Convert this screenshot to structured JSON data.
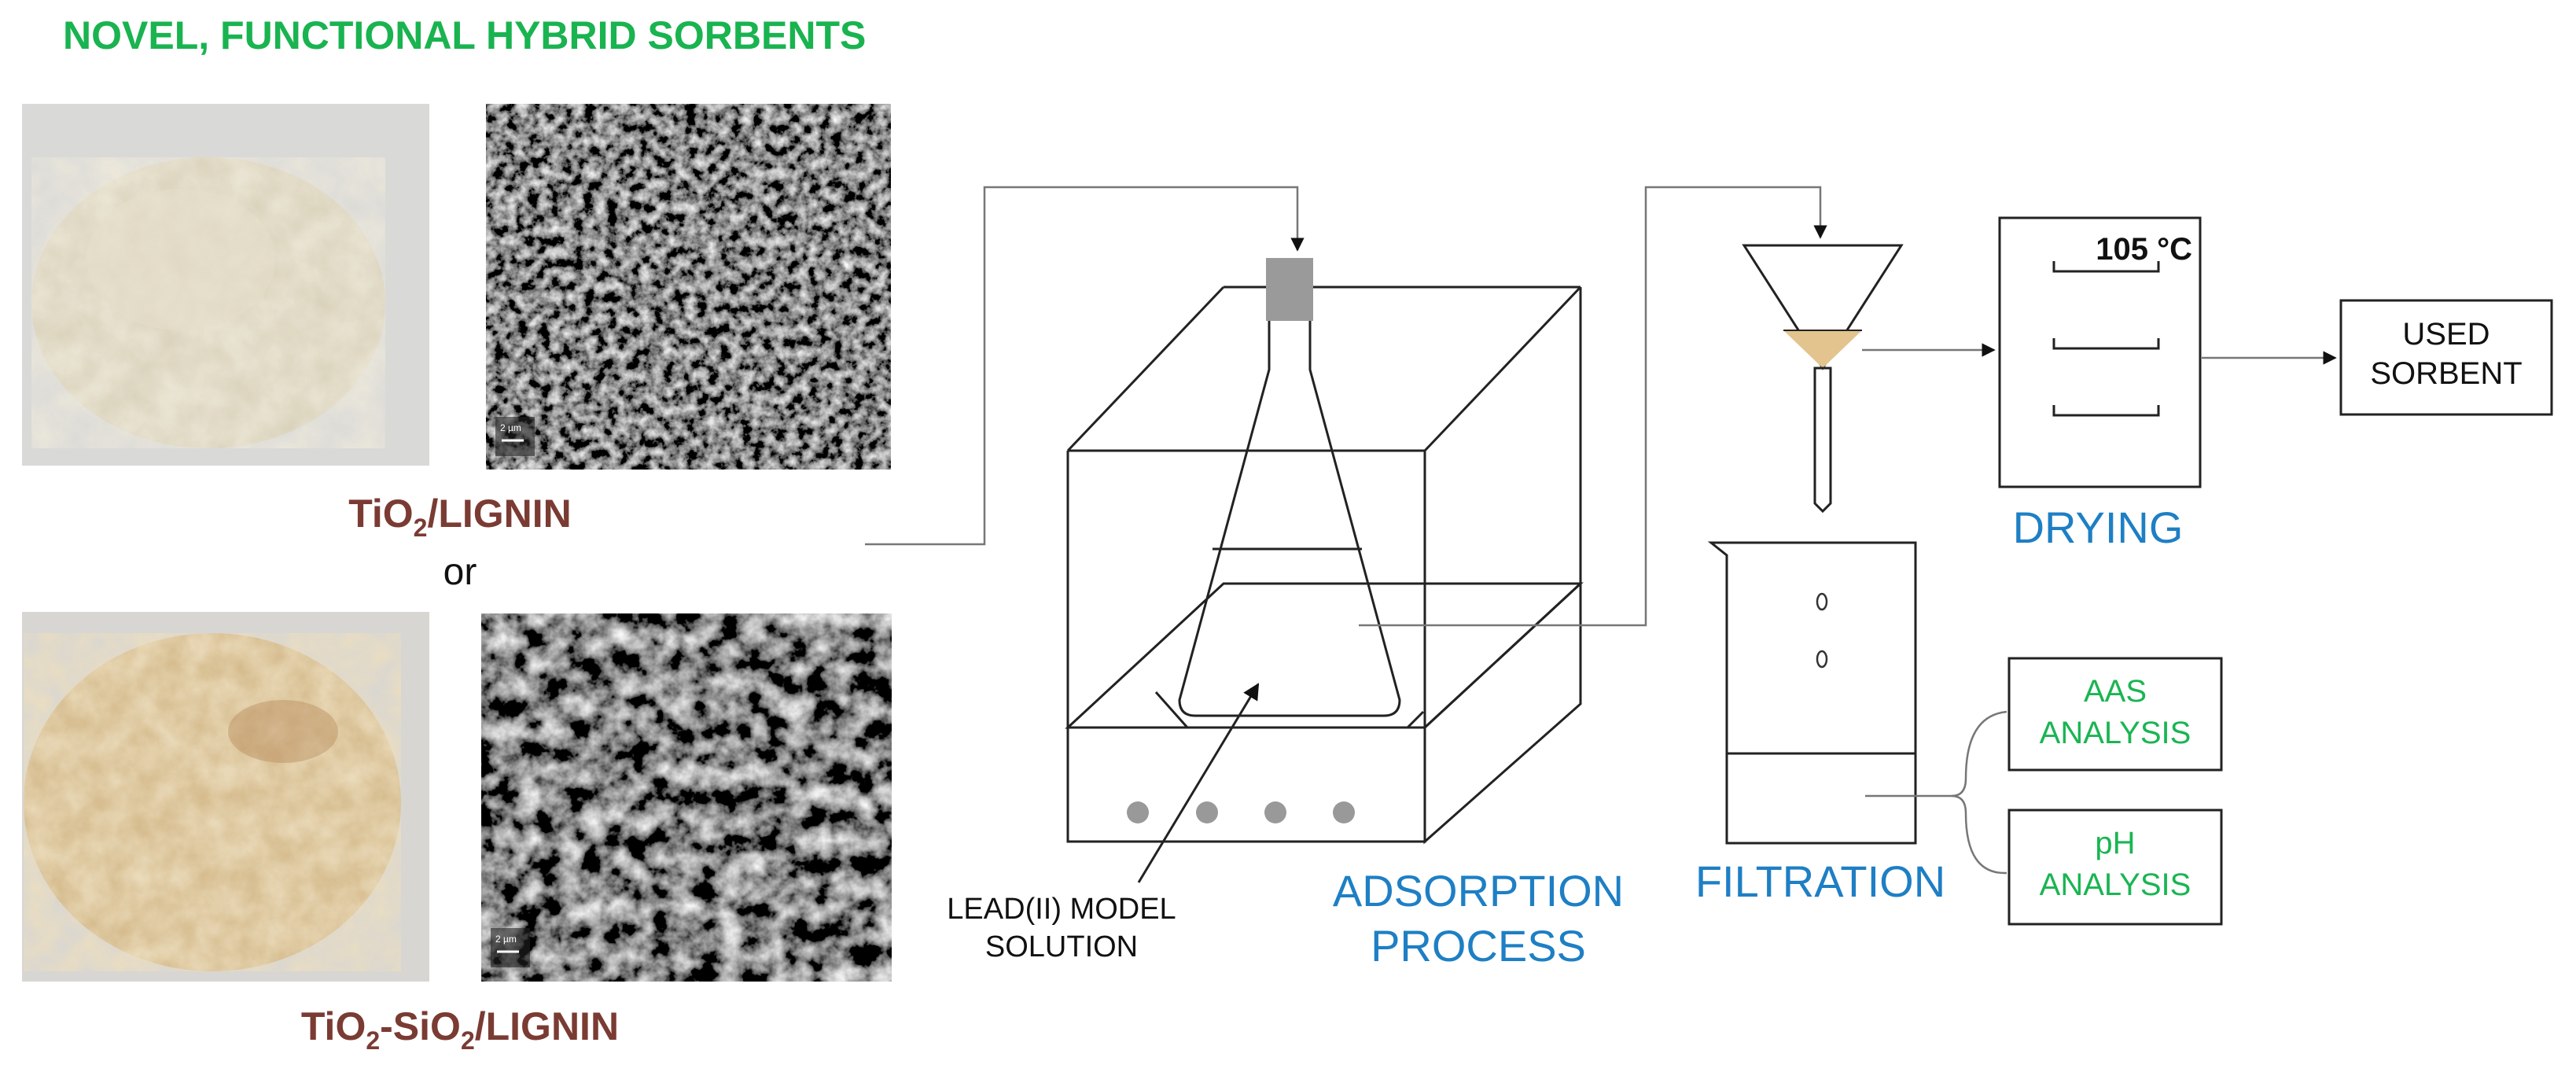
{
  "title": "NOVEL, FUNCTIONAL HYBRID SORBENTS",
  "materials": {
    "first_prefix": "TiO",
    "first_sub": "2",
    "first_suffix": "/LIGNIN",
    "or": "or",
    "second_a": "TiO",
    "second_sub1": "2",
    "second_b": "-SiO",
    "second_sub2": "2",
    "second_c": "/LIGNIN",
    "scale_label": "2 µm"
  },
  "adsorption": {
    "label_line1": "ADSORPTION",
    "label_line2": "PROCESS",
    "solution_line1": "LEAD(II) MODEL",
    "solution_line2": "SOLUTION"
  },
  "filtration": {
    "label": "FILTRATION"
  },
  "drying": {
    "label": "DRYING",
    "temperature": "105 °C"
  },
  "used_sorbent": {
    "line1": "USED",
    "line2": "SORBENT"
  },
  "analyses": {
    "aas_line1": "AAS",
    "aas_line2": "ANALYSIS",
    "ph_line1": "pH",
    "ph_line2": "ANALYSIS"
  },
  "colors": {
    "title_green": "#19b350",
    "material_brown": "#7a3b33",
    "step_blue": "#1e7fc4",
    "analysis_green": "#1ab552",
    "sorbent_fill": "#e3c48e",
    "stirrer_blue": "#e6f1f8"
  }
}
